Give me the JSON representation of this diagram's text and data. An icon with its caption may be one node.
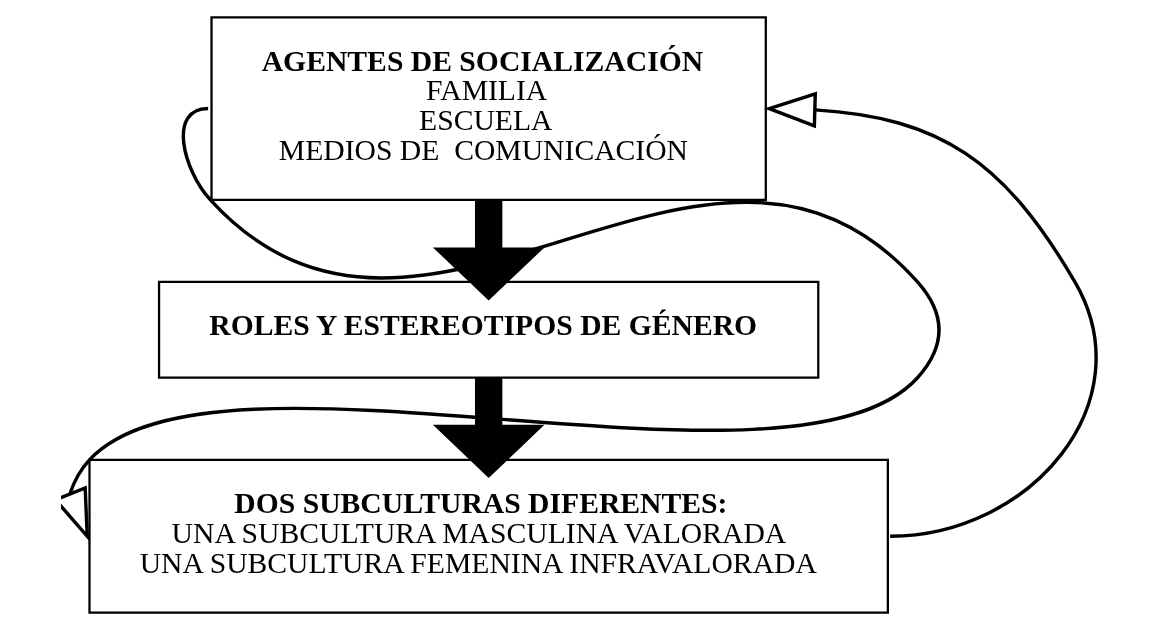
{
  "diagram": {
    "nodes": [
      {
        "text": [
          "AGENTES DE SOCIALIZACIÓN",
          "FAMILIA",
          "ESCUELA",
          "MEDIOS DE  COMUNICACIÓN"
        ]
      },
      {
        "text": [
          "ROLES Y ESTEREOTIPOS DE GÉNERO"
        ]
      },
      {
        "text": [
          "DOS SUBCULTURAS DIFERENTES:",
          "UNA SUBCULTURA MASCULINA VALORADA",
          "UNA SUBCULTURA FEMENINA INFRAVALORADA"
        ]
      }
    ],
    "edges": [
      {
        "from": 0,
        "to": 1,
        "arrow": "to",
        "style": "thick"
      },
      {
        "from": 1,
        "to": 2,
        "arrow": "to",
        "style": "thick"
      },
      {
        "from": 0,
        "to": 2,
        "arrow": "to"
      },
      {
        "from": 2,
        "to": 0,
        "arrow": "to"
      }
    ]
  }
}
